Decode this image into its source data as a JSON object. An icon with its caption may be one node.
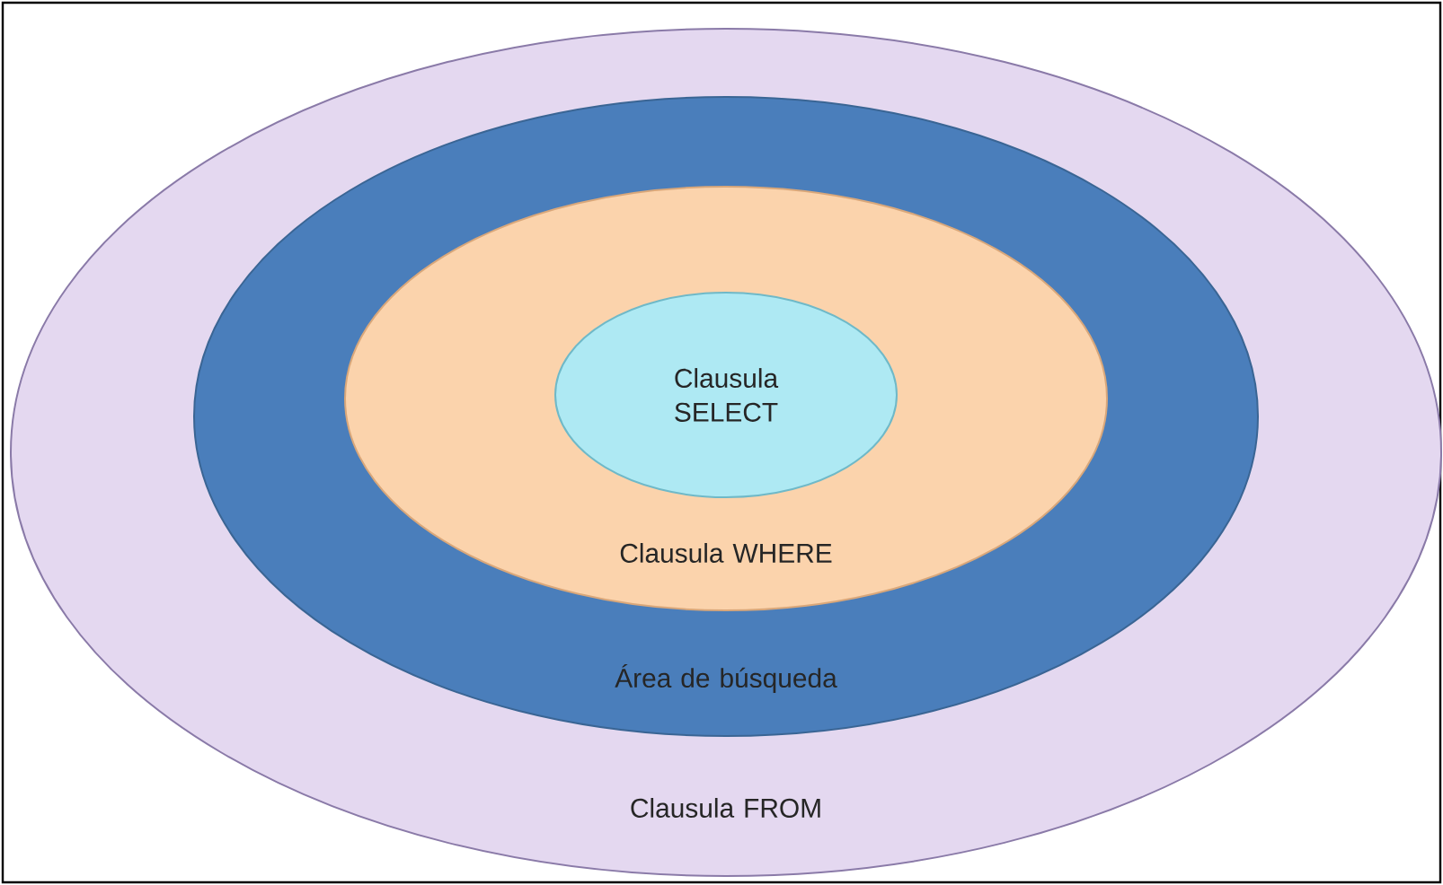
{
  "diagram": {
    "nodes": [
      {
        "text": [
          "Clausula FROM"
        ]
      },
      {
        "text": [
          "Área de búsqueda"
        ],
        "in": 0
      },
      {
        "text": [
          "Clausula WHERE"
        ],
        "in": 1
      },
      {
        "text": [
          "Clausula SELECT"
        ],
        "in": 2
      }
    ]
  }
}
